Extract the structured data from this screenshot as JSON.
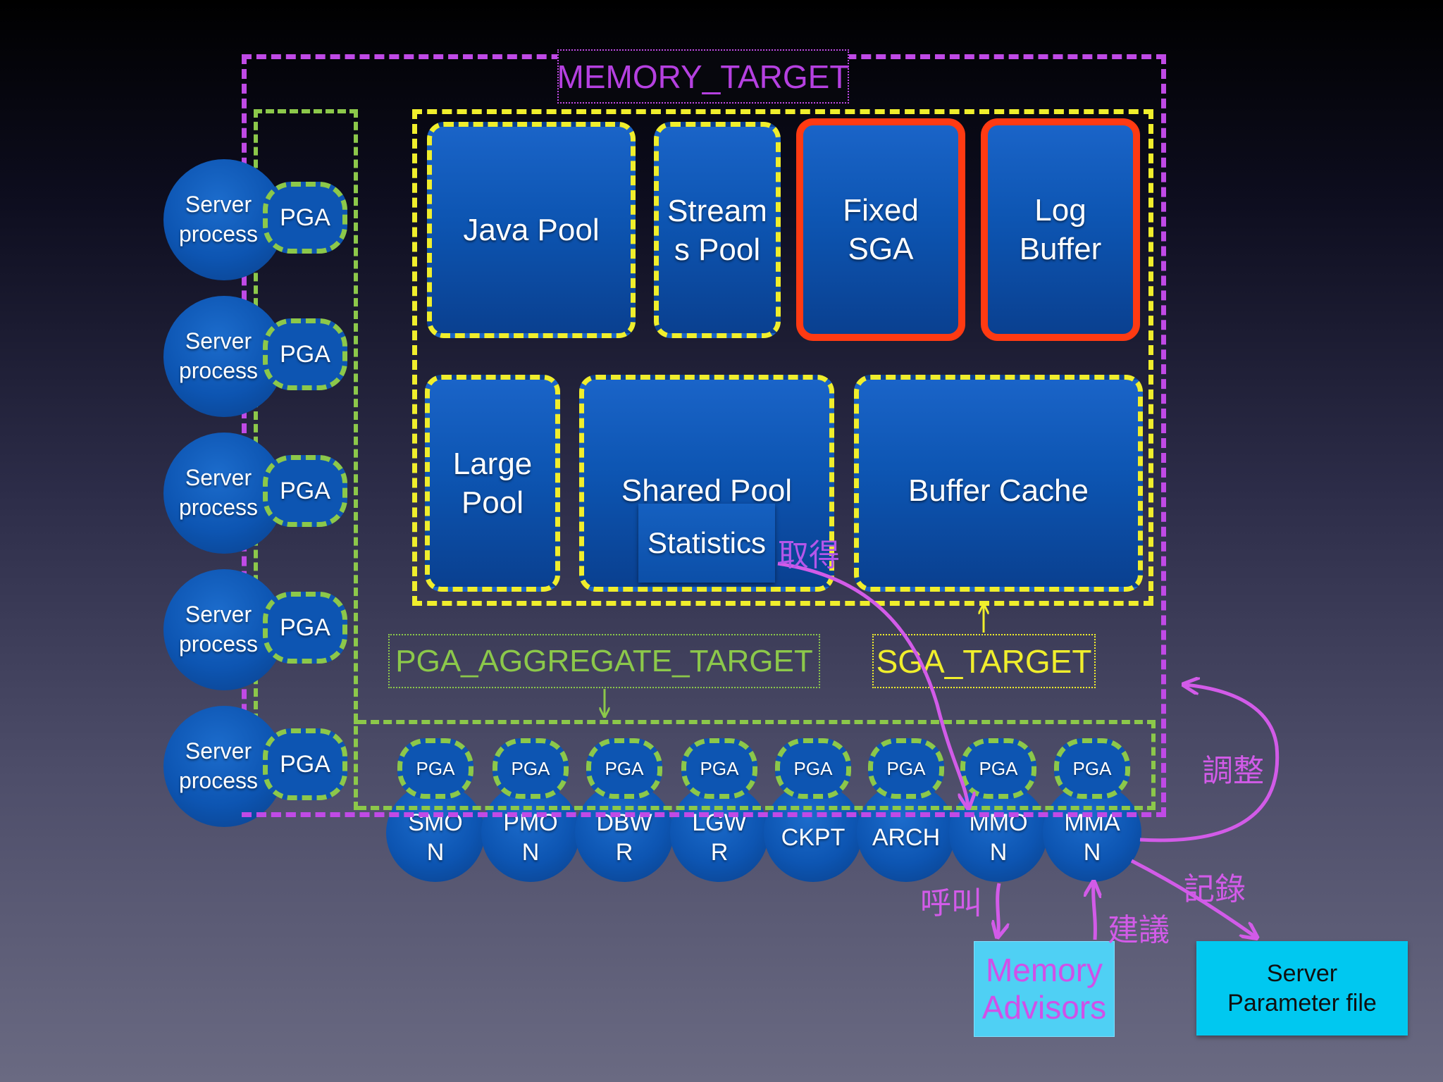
{
  "memory_target": "MEMORY_TARGET",
  "sga_pools": {
    "java": "Java Pool",
    "streams_line1": "Stream",
    "streams_line2": "s Pool",
    "fixed_line1": "Fixed",
    "fixed_line2": "SGA",
    "log_line1": "Log",
    "log_line2": "Buffer",
    "large_line1": "Large",
    "large_line2": "Pool",
    "shared": "Shared Pool",
    "statistics": "Statistics",
    "buffer_cache": "Buffer Cache"
  },
  "pga_aggregate_target": "PGA_AGGREGATE_TARGET",
  "sga_target": "SGA_TARGET",
  "server_processes": [
    {
      "line1": "Server",
      "line2": "process",
      "pga": "PGA"
    },
    {
      "line1": "Server",
      "line2": "process",
      "pga": "PGA"
    },
    {
      "line1": "Server",
      "line2": "process",
      "pga": "PGA"
    },
    {
      "line1": "Server",
      "line2": "process",
      "pga": "PGA"
    },
    {
      "line1": "Server",
      "line2": "process",
      "pga": "PGA"
    }
  ],
  "background_processes": [
    {
      "pga": "PGA",
      "line1": "SMO",
      "line2": "N"
    },
    {
      "pga": "PGA",
      "line1": "PMO",
      "line2": "N"
    },
    {
      "pga": "PGA",
      "line1": "DBW",
      "line2": "R"
    },
    {
      "pga": "PGA",
      "line1": "LGW",
      "line2": "R"
    },
    {
      "pga": "PGA",
      "line1": "CKPT",
      "line2": ""
    },
    {
      "pga": "PGA",
      "line1": "ARCH",
      "line2": ""
    },
    {
      "pga": "PGA",
      "line1": "MMO",
      "line2": "N"
    },
    {
      "pga": "PGA",
      "line1": "MMA",
      "line2": "N"
    }
  ],
  "annotations": {
    "fetch": "取得",
    "adjust": "調整",
    "record": "記錄",
    "call": "呼叫",
    "suggest": "建議"
  },
  "memory_advisors": {
    "line1": "Memory",
    "line2": "Advisors"
  },
  "server_parameter_file": {
    "line1": "Server",
    "line2": "Parameter file"
  },
  "colors": {
    "memory_target": "#c04ae6",
    "sga_target": "#f0ee2c",
    "pga_aggregate": "#8cc84a",
    "fixed_border": "#ff3a12",
    "pool_blue": "#0d55b2",
    "annotation": "#d25be8",
    "cyan": "#00c8f0"
  }
}
